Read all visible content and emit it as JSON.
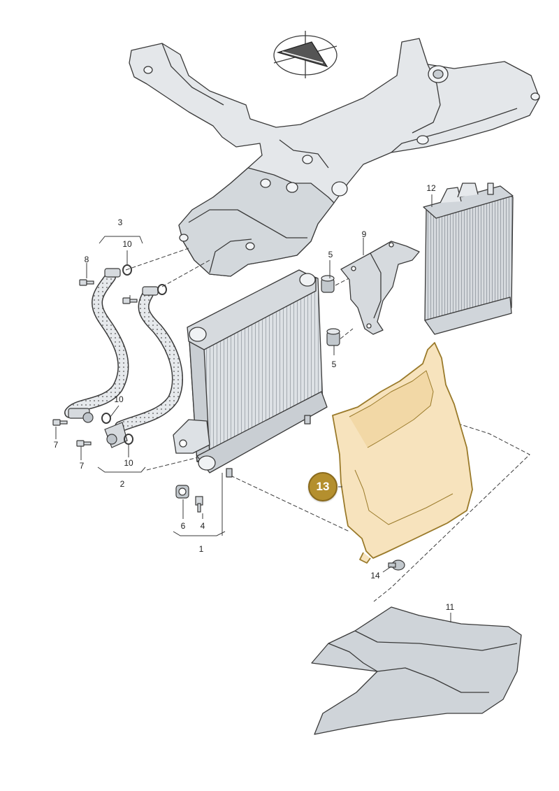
{
  "labels": {
    "p1": "1",
    "p2": "2",
    "p3": "3",
    "p4": "4",
    "p5a": "5",
    "p5b": "5",
    "p6": "6",
    "p7a": "7",
    "p7b": "7",
    "p8": "8",
    "p9": "9",
    "p10a": "10",
    "p10b": "10",
    "p10c": "10",
    "p11": "11",
    "p12": "12",
    "p13": "13",
    "p14": "14"
  },
  "highlighted_part": "13",
  "colors": {
    "line": "#3a3a3a",
    "part_fill": "#e4e7ea",
    "part_dark": "#b9bfc6",
    "highlight_fill": "#f7e3bd",
    "highlight_badge": "#b48f2e",
    "guard_fill": "#cfd4d9"
  }
}
